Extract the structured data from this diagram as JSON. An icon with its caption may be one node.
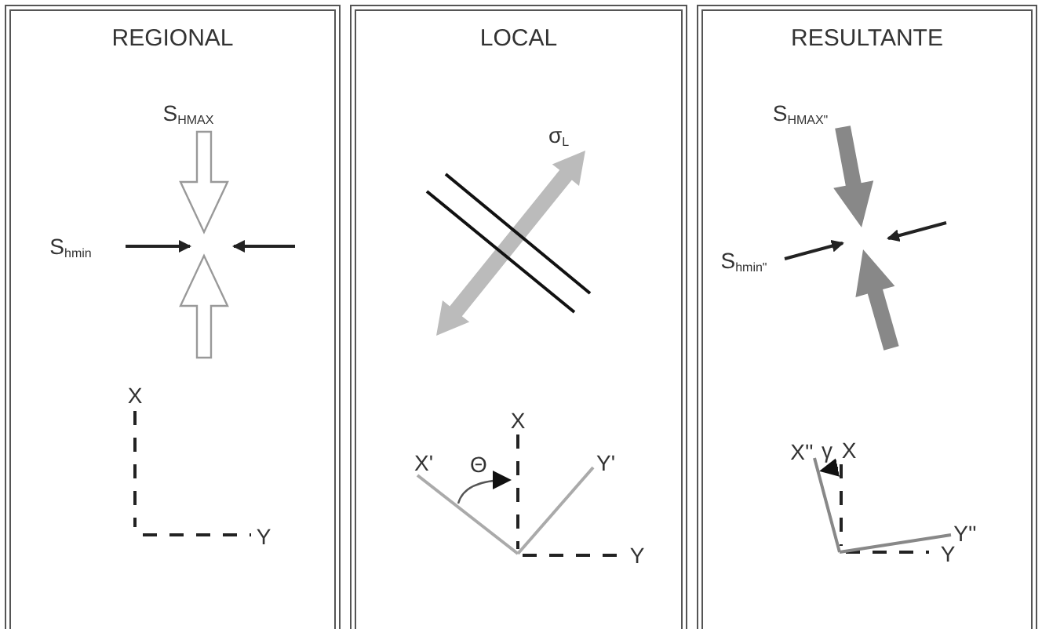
{
  "diagram": {
    "nodes": [
      {
        "text": [
          "REGIONAL"
        ]
      },
      {
        "text": [
          "LOCAL"
        ]
      },
      {
        "text": [
          "RESULTANTE"
        ]
      }
    ],
    "labels": [
      "S$_{HMAX}$",
      "S$_{hmin}$",
      "X",
      "Y",
      "σ$_{L}$",
      "X",
      "X'",
      "Θ",
      "Y'",
      "Y",
      "S$_{HMAX\"}$",
      "S$_{hmin\"}$",
      "X''",
      "γ",
      "X",
      "Y''",
      "Y"
    ]
  }
}
